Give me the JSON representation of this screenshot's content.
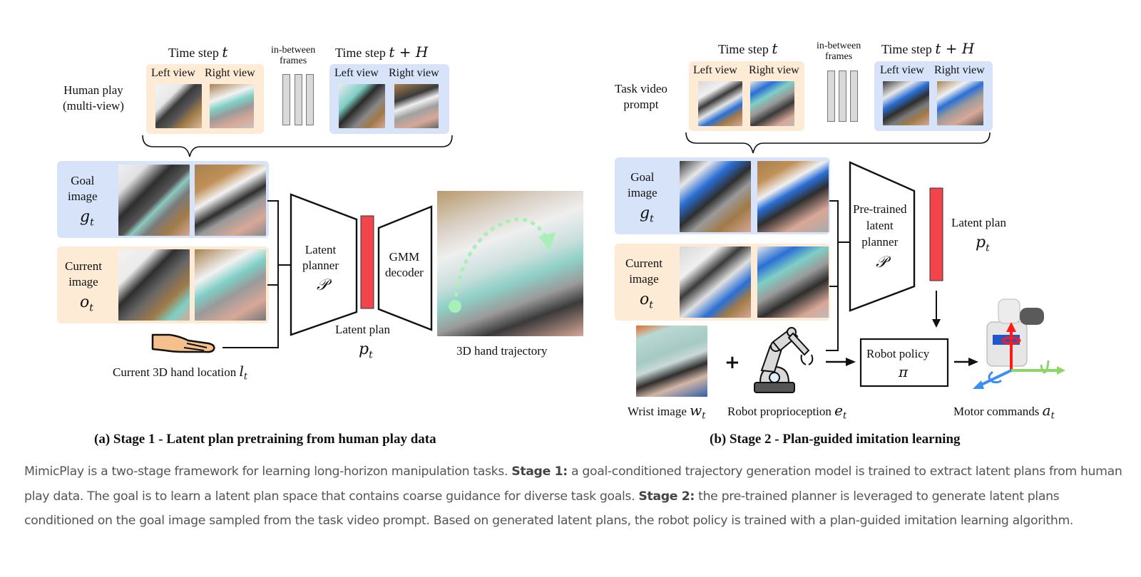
{
  "stage1": {
    "human_play_label": "Human play\n(multi-view)",
    "time_step_t": "Time step ",
    "time_step_t_var": "t",
    "time_step_tH": "Time step ",
    "time_step_tH_var": "t + H",
    "in_between": "in-between\nframes",
    "left_view": "Left view",
    "right_view": "Right view",
    "goal_image": "Goal\nimage",
    "goal_var": "g",
    "current_image": "Current\nimage",
    "current_var": "o",
    "subscript": "t",
    "hand_location": "Current 3D hand location ",
    "hand_var": "l",
    "latent_planner": "Latent\nplanner",
    "planner_symbol": "𝒫",
    "gmm_decoder": "GMM\ndecoder",
    "latent_plan": "Latent plan",
    "latent_plan_var": "p",
    "hand_trajectory": "3D hand trajectory",
    "caption": "(a) Stage 1 - Latent plan pretraining from human play data"
  },
  "stage2": {
    "task_prompt_label": "Task video\nprompt",
    "time_step_t": "Time step ",
    "time_step_t_var": "t",
    "time_step_tH": "Time step ",
    "time_step_tH_var": "t + H",
    "in_between": "in-between\nframes",
    "left_view": "Left view",
    "right_view": "Right view",
    "goal_image": "Goal\nimage",
    "goal_var": "g",
    "current_image": "Current\nimage",
    "current_var": "o",
    "subscript": "t",
    "pretrained_planner": "Pre-trained\nlatent\nplanner",
    "planner_symbol": "𝒫",
    "latent_plan": "Latent plan",
    "latent_plan_var": "p",
    "wrist_image": "Wrist image ",
    "wrist_var": "w",
    "plus": "+",
    "proprioception": "Robot proprioception ",
    "proprio_var": "e",
    "robot_policy": "Robot policy",
    "policy_symbol": "π",
    "motor_commands": "Motor commands ",
    "motor_var": "a",
    "caption": "(b) Stage 2 - Plan-guided imitation learning"
  },
  "colors": {
    "peach_bg": "#fdebd6",
    "blue_bg": "#d6e3f9",
    "latent_red": "#f2444a",
    "trajectory_green": "#a8f0b8",
    "axis_red": "#ff1a1a",
    "axis_green": "#8fd46a",
    "axis_blue": "#3b8ef0"
  },
  "description": {
    "p1": "MimicPlay is a two-stage framework for learning long-horizon manipulation tasks. ",
    "b1": "Stage 1:",
    "p2": " a goal-conditioned trajectory generation model is trained to extract latent plans from human play data. The goal is to learn a latent plan space that contains coarse guidance for diverse task goals. ",
    "b2": "Stage 2:",
    "p3": " the pre-trained planner is leveraged to generate latent plans conditioned on the goal image sampled from the task video prompt. Based on generated latent plans, the robot policy is trained with a plan-guided imitation learning algorithm."
  }
}
